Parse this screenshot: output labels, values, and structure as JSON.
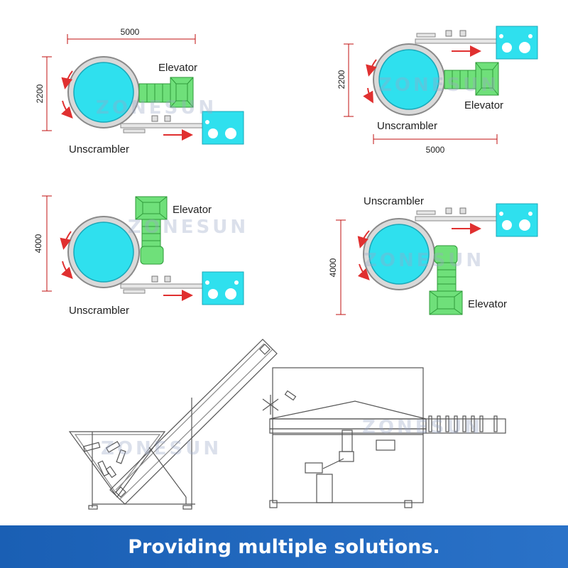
{
  "layouts": [
    {
      "width_label": "5000",
      "height_label": "2200",
      "unscrambler": "Unscrambler",
      "elevator": "Elevator"
    },
    {
      "width_label": "5000",
      "height_label": "2200",
      "unscrambler": "Unscrambler",
      "elevator": "Elevator"
    },
    {
      "height_label": "4000",
      "unscrambler": "Unscrambler",
      "elevator": "Elevator"
    },
    {
      "height_label": "4000",
      "unscrambler": "Unscrambler",
      "elevator": "Elevator"
    }
  ],
  "watermark": "ZONESUN",
  "banner": "Providing multiple solutions.",
  "colors": {
    "disc": "#2fe0ee",
    "disc_ring": "#9a9a9a",
    "elevator": "#6fe07a",
    "elevator_dark": "#2f9a3a",
    "arrow": "#e03030",
    "dim_line": "#c01010",
    "banner": "#1a5fb4"
  }
}
